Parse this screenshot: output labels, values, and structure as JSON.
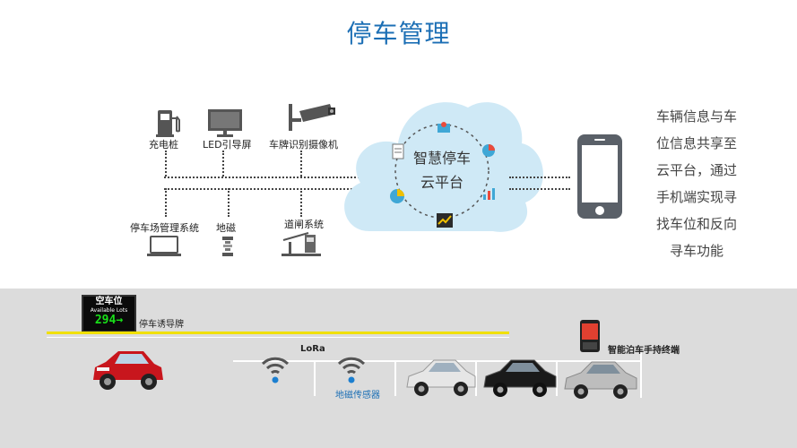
{
  "title": "停车管理",
  "devices_top": {
    "charging": "充电桩",
    "led": "LED引导屏",
    "camera": "车牌识别摄像机"
  },
  "devices_bottom": {
    "pms": "停车场管理系统",
    "geomag": "地磁",
    "gate": "道闸系统"
  },
  "cloud": {
    "line1": "智慧停车",
    "line2": "云平台"
  },
  "description": [
    "车辆信息与车",
    "位信息共享至",
    "云平台，通过",
    "手机端实现寻",
    "找车位和反向",
    "寻车功能"
  ],
  "bottom": {
    "sign_top": "空车位",
    "sign_sub": "Available Lots",
    "sign_number": "294→",
    "sign_label": "停车诱导牌",
    "lora": "LoRa",
    "sensor": "地磁传感器",
    "handheld": "智能泊车手持终端"
  },
  "colors": {
    "title": "#1c6fb5",
    "cloud": "#cfe9f6",
    "yellow_line": "#f0e000",
    "sign_digits": "#19e019",
    "wifi": "#1c7fd0"
  }
}
